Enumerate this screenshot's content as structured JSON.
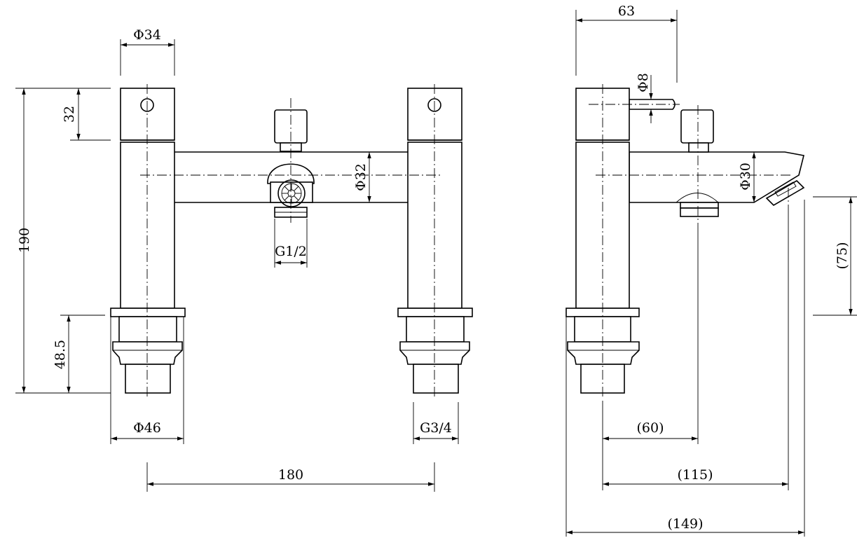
{
  "front_view": {
    "dims": {
      "handle_dia": "Φ34",
      "handle_height": "32",
      "overall_height": "190",
      "body_dia": "Φ32",
      "shower_outlet": "G1/2",
      "base_height": "48.5",
      "base_dia": "Φ46",
      "inlet_thread": "G3/4",
      "centres": "180"
    }
  },
  "side_view": {
    "dims": {
      "depth_top": "63",
      "lever_dia": "Φ8",
      "spout_dia": "Φ30",
      "spout_height": "(75)",
      "to_outlet": "(60)",
      "to_spout": "(115)",
      "overall_depth": "(149)"
    }
  }
}
